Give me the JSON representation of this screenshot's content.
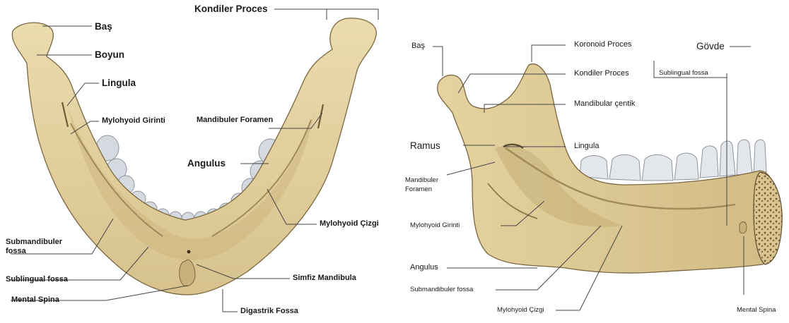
{
  "left_view": {
    "labels": {
      "kondiler_proces": "Kondiler Proces",
      "bas": "Baş",
      "boyun": "Boyun",
      "lingula": "Lingula",
      "mylohyoid_girinti": "Mylohyoid Girinti",
      "mandibuler_foramen": "Mandibuler Foramen",
      "angulus": "Angulus",
      "mylohyoid_cizgi": "Mylohyoid Çizgi",
      "submandibuler_fossa_1": "Submandibuler",
      "submandibuler_fossa_2": "fossa",
      "sublingual_fossa": "Sublingual fossa",
      "simfiz_mandibula": "Simfiz Mandibula",
      "mental_spina": "Mental Spina",
      "digastrik_fossa": "Digastrik Fossa"
    }
  },
  "right_view": {
    "labels": {
      "bas": "Baş",
      "koronoid_proces": "Koronoid Proces",
      "kondiler_proces": "Kondiler Proces",
      "mandibular_centik": "Mandibular çentik",
      "gövde": "Gövde",
      "sublingual_fossa": "Sublingual fossa",
      "ramus": "Ramus",
      "lingula": "Lingula",
      "mandibuler_foramen_1": "Mandibuler",
      "mandibuler_foramen_2": "Foramen",
      "mylohyoid_girinti": "Mylohyoid Girinti",
      "angulus": "Angulus",
      "submandibuler_fossa": "Submandibuler fossa",
      "mylohyoid_cizgi": "Mylohyoid Çizgi",
      "mental_spina": "Mental Spina"
    }
  },
  "colors": {
    "bone": "#e3d3a2",
    "bone_shadow": "#c9b27a",
    "bone_outline": "#7a6640",
    "tooth": "#d9dde2",
    "leader": "#444444"
  }
}
